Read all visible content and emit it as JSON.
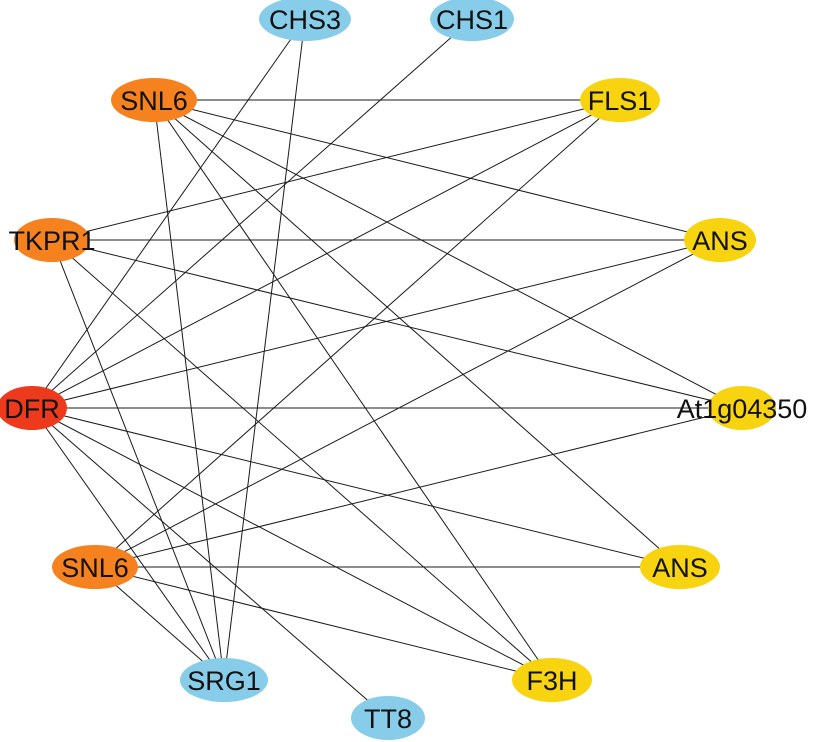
{
  "nodes": [
    {
      "id": "chs3",
      "label": "CHS3",
      "color": "#87cdea"
    },
    {
      "id": "chs1",
      "label": "CHS1",
      "color": "#87cdea"
    },
    {
      "id": "snl6a",
      "label": "SNL6",
      "color": "#f5821f"
    },
    {
      "id": "fls1",
      "label": "FLS1",
      "color": "#f7d40f"
    },
    {
      "id": "tkpr1",
      "label": "TKPR1",
      "color": "#f5821f"
    },
    {
      "id": "ans1",
      "label": "ANS",
      "color": "#f7d40f"
    },
    {
      "id": "dfr",
      "label": "DFR",
      "color": "#ee3a1c"
    },
    {
      "id": "at1g04350",
      "label": "At1g04350",
      "color": "#f7d40f"
    },
    {
      "id": "snl6b",
      "label": "SNL6",
      "color": "#f5821f"
    },
    {
      "id": "ans2",
      "label": "ANS",
      "color": "#f7d40f"
    },
    {
      "id": "srg1",
      "label": "SRG1",
      "color": "#87cdea"
    },
    {
      "id": "f3h",
      "label": "F3H",
      "color": "#f7d40f"
    },
    {
      "id": "tt8",
      "label": "TT8",
      "color": "#87cdea"
    }
  ],
  "edges": [
    [
      "snl6a",
      "fls1"
    ],
    [
      "snl6a",
      "ans1"
    ],
    [
      "snl6a",
      "at1g04350"
    ],
    [
      "snl6a",
      "f3h"
    ],
    [
      "snl6a",
      "ans2"
    ],
    [
      "snl6a",
      "srg1"
    ],
    [
      "tkpr1",
      "fls1"
    ],
    [
      "tkpr1",
      "ans1"
    ],
    [
      "tkpr1",
      "at1g04350"
    ],
    [
      "tkpr1",
      "f3h"
    ],
    [
      "tkpr1",
      "srg1"
    ],
    [
      "dfr",
      "chs3"
    ],
    [
      "dfr",
      "chs1"
    ],
    [
      "dfr",
      "fls1"
    ],
    [
      "dfr",
      "ans1"
    ],
    [
      "dfr",
      "at1g04350"
    ],
    [
      "dfr",
      "ans2"
    ],
    [
      "dfr",
      "f3h"
    ],
    [
      "dfr",
      "srg1"
    ],
    [
      "dfr",
      "tt8"
    ],
    [
      "snl6b",
      "fls1"
    ],
    [
      "snl6b",
      "ans1"
    ],
    [
      "snl6b",
      "at1g04350"
    ],
    [
      "snl6b",
      "ans2"
    ],
    [
      "snl6b",
      "f3h"
    ],
    [
      "snl6b",
      "srg1"
    ],
    [
      "chs3",
      "srg1"
    ]
  ]
}
